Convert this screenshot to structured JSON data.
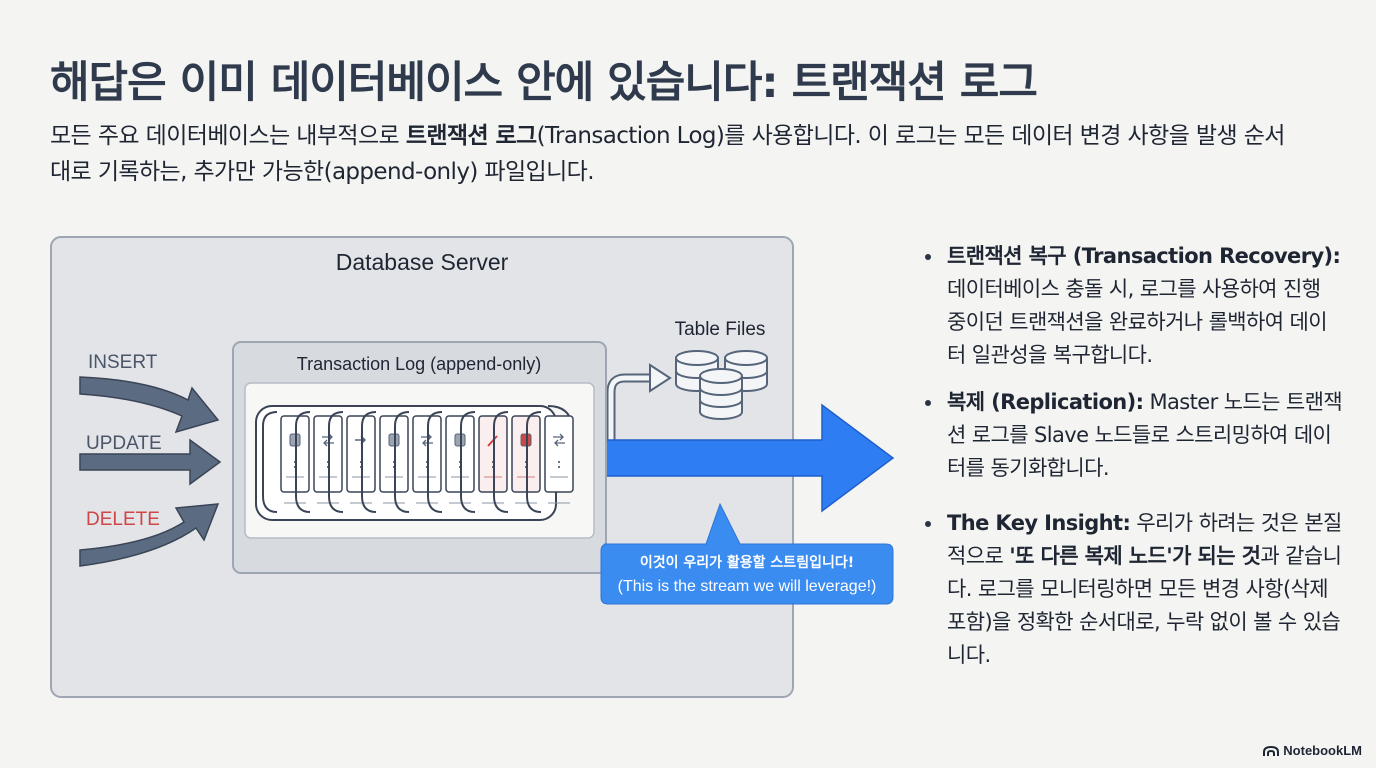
{
  "slide": {
    "title": "해답은 이미 데이터베이스 안에 있습니다: 트랜잭션 로그",
    "intro": {
      "part1": "모든 주요 데이터베이스는 내부적으로 ",
      "bold": "트랜잭션 로그",
      "part2": "(Transaction Log)를 사용합니다. 이 로그는 모든 데이터 변경 사항을 발생 순서대로 기록하는, 추가만 가능한(append-only) 파일입니다."
    }
  },
  "diagram": {
    "server_label": "Database Server",
    "log_label": "Transaction Log (append-only)",
    "table_files_label": "Table Files",
    "inputs": {
      "insert": "INSERT",
      "update": "UPDATE",
      "delete": "DELETE"
    },
    "callout": {
      "line1": "이것이 우리가 활용할 스트림입니다!",
      "line2": "(This is the stream we will leverage!)"
    },
    "colors": {
      "stream": "#2f7df3",
      "callout": "#3b8cf0",
      "delete": "#d04545",
      "neutral": "#56657a"
    }
  },
  "bullets": {
    "recovery": {
      "head": "트랜잭션 복구 (Transaction Recovery):",
      "body": " 데이터베이스 충돌 시, 로그를 사용하여 진행 중이던 트랜잭션을 완료하거나 롤백하여 데이터 일관성을 복구합니다."
    },
    "replication": {
      "head": "복제 (Replication):",
      "body": " Master 노드는 트랜잭션 로그를 Slave 노드들로 스트리밍하여 데이터를 동기화합니다."
    },
    "insight": {
      "head": "The Key Insight:",
      "body1": " 우리가 하려는 것은 본질적으로 ",
      "bold": "'또 다른 복제 노드'가 되는 것",
      "body2": "과 같습니다. 로그를 모니터링하면 모든 변경 사항(삭제 포함)을 정확한 순서대로, 누락 없이 볼 수 있습니다."
    }
  },
  "footer": {
    "brand": "NotebookLM",
    "icon": "notebooklm-logo-icon"
  }
}
